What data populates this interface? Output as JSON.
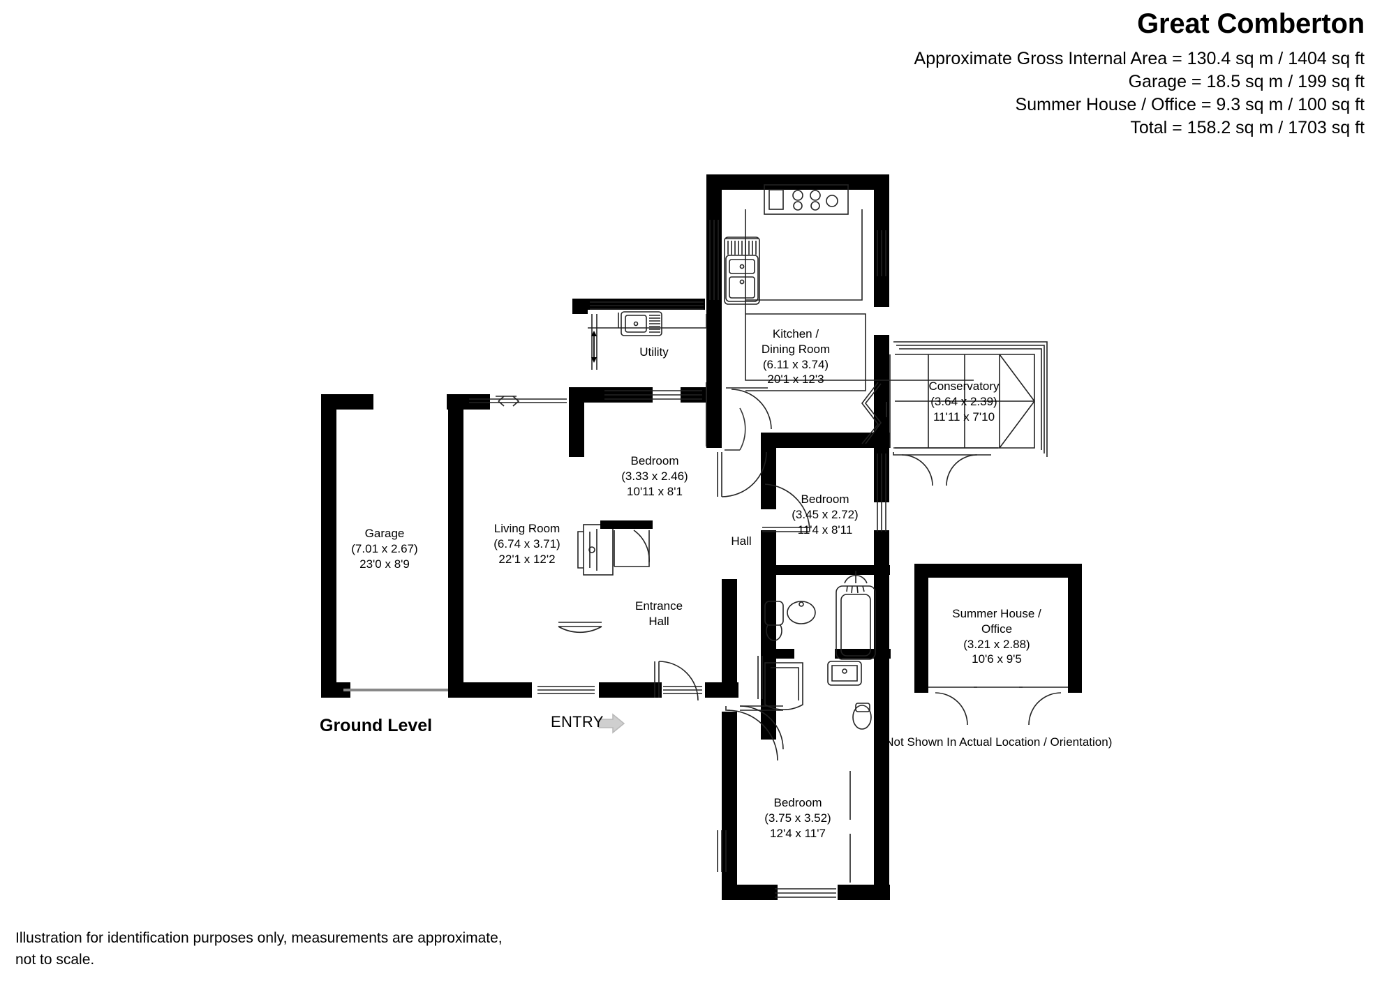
{
  "header": {
    "title": "Great Comberton",
    "areas": [
      "Approximate Gross Internal Area  = 130.4 sq m / 1404 sq ft",
      "Garage = 18.5 sq m / 199 sq ft",
      "Summer House / Office = 9.3 sq m / 100 sq ft",
      "Total = 158.2 sq m / 1703 sq ft"
    ]
  },
  "plan": {
    "level_label": "Ground Level",
    "entry_label": "ENTRY",
    "entry_arrow_icon": "arrow-right-icon",
    "rooms": [
      {
        "name": "Kitchen / Dining Room",
        "line1": "Kitchen /",
        "line2": "Dining Room",
        "metric": "(6.11 x 3.74)",
        "imperial": "20'1 x 12'3"
      },
      {
        "name": "Utility",
        "line1": "Utility",
        "line2": "",
        "metric": "",
        "imperial": ""
      },
      {
        "name": "Conservatory",
        "line1": "Conservatory",
        "line2": "",
        "metric": "(3.64 x 2.39)",
        "imperial": "11'11 x 7'10"
      },
      {
        "name": "Garage",
        "line1": "Garage",
        "line2": "",
        "metric": "(7.01 x 2.67)",
        "imperial": "23'0 x 8'9"
      },
      {
        "name": "Living Room",
        "line1": "Living Room",
        "line2": "",
        "metric": "(6.74 x 3.71)",
        "imperial": "22'1 x 12'2"
      },
      {
        "name": "Bedroom 1",
        "line1": "Bedroom",
        "line2": "",
        "metric": "(3.33 x 2.46)",
        "imperial": "10'11 x 8'1"
      },
      {
        "name": "Bedroom 2",
        "line1": "Bedroom",
        "line2": "",
        "metric": "(3.45 x 2.72)",
        "imperial": "11'4 x 8'11"
      },
      {
        "name": "Bedroom 3",
        "line1": "Bedroom",
        "line2": "",
        "metric": "(3.75 x 3.52)",
        "imperial": "12'4 x 11'7"
      },
      {
        "name": "Hall",
        "line1": "Hall",
        "line2": "",
        "metric": "",
        "imperial": ""
      },
      {
        "name": "Entrance Hall",
        "line1": "Entrance",
        "line2": "Hall",
        "metric": "",
        "imperial": ""
      },
      {
        "name": "Summer House / Office",
        "line1": "Summer House /",
        "line2": "Office",
        "metric": "(3.21 x 2.88)",
        "imperial": "10'6 x 9'5"
      }
    ],
    "summer_house_note": {
      "line1": "(Not Shown In Actual",
      "line2": "Location / Orientation)"
    }
  },
  "footer": {
    "line1": "Illustration for identification purposes only, measurements are approximate,",
    "line2": "not to scale."
  },
  "colors": {
    "wall": "#000000",
    "background": "#ffffff",
    "line": "#1a1a1a",
    "fixture": "#555555",
    "entry_arrow": "#c8c8c8"
  }
}
